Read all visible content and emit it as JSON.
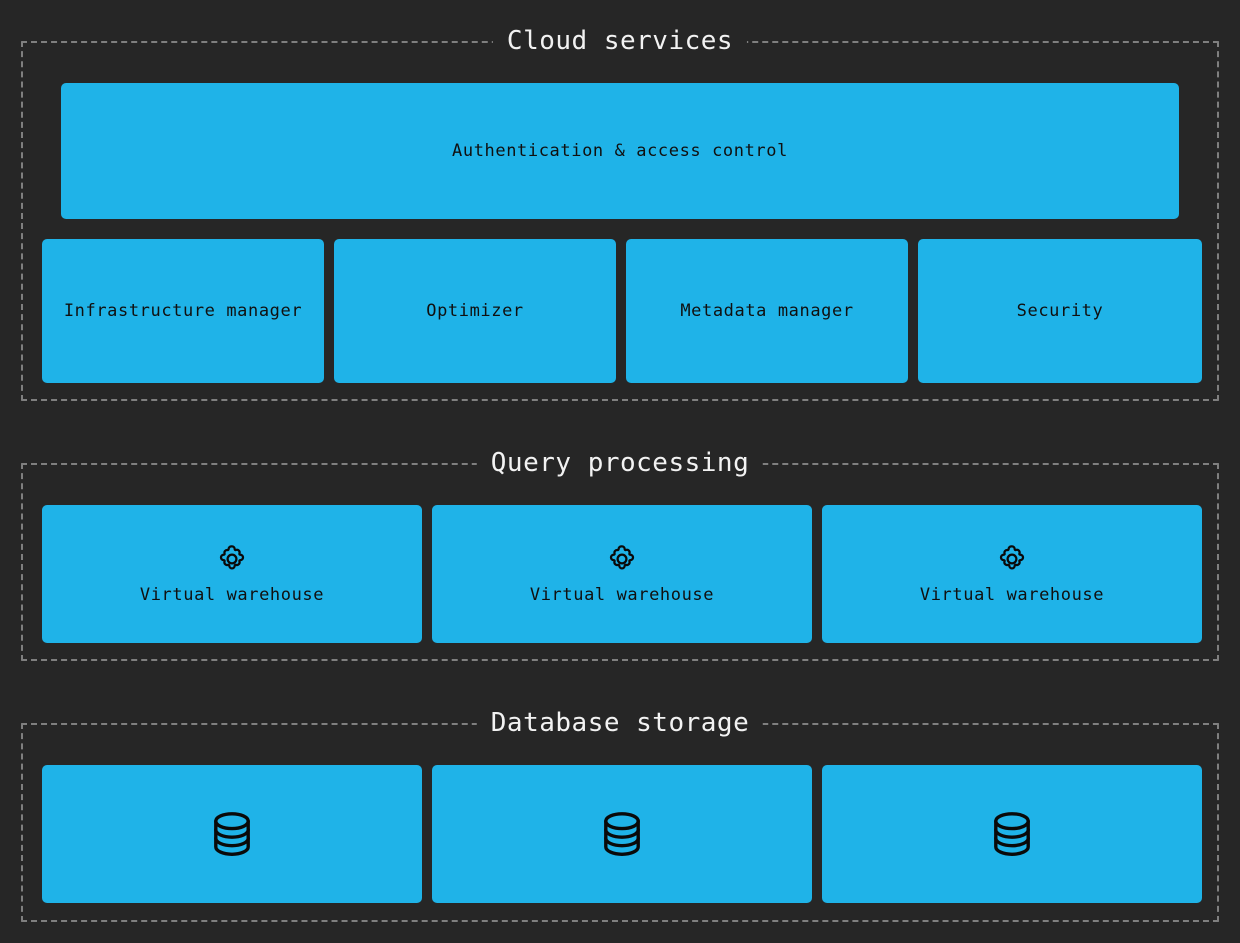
{
  "diagram": {
    "background_color": "#262626",
    "accent_color": "#1fb3e8",
    "border_color": "#7f7f7f",
    "title_color": "#f2f2f2",
    "label_color": "#101010"
  },
  "groups": [
    {
      "id": "cloud-services",
      "title": "Cloud services",
      "cards": [
        {
          "id": "authentication",
          "label": "Authentication & access control",
          "icon": null
        },
        {
          "id": "infrastructure-manager",
          "label": "Infrastructure manager",
          "icon": null
        },
        {
          "id": "optimizer",
          "label": "Optimizer",
          "icon": null
        },
        {
          "id": "metadata-manager",
          "label": "Metadata manager",
          "icon": null
        },
        {
          "id": "security",
          "label": "Security",
          "icon": null
        }
      ]
    },
    {
      "id": "query-processing",
      "title": "Query processing",
      "cards": [
        {
          "id": "virtual-warehouse-1",
          "label": "Virtual warehouse",
          "icon": "gear-icon"
        },
        {
          "id": "virtual-warehouse-2",
          "label": "Virtual warehouse",
          "icon": "gear-icon"
        },
        {
          "id": "virtual-warehouse-3",
          "label": "Virtual warehouse",
          "icon": "gear-icon"
        }
      ]
    },
    {
      "id": "database-storage",
      "title": "Database storage",
      "cards": [
        {
          "id": "database-1",
          "label": "",
          "icon": "database-icon"
        },
        {
          "id": "database-2",
          "label": "",
          "icon": "database-icon"
        },
        {
          "id": "database-3",
          "label": "",
          "icon": "database-icon"
        }
      ]
    }
  ]
}
